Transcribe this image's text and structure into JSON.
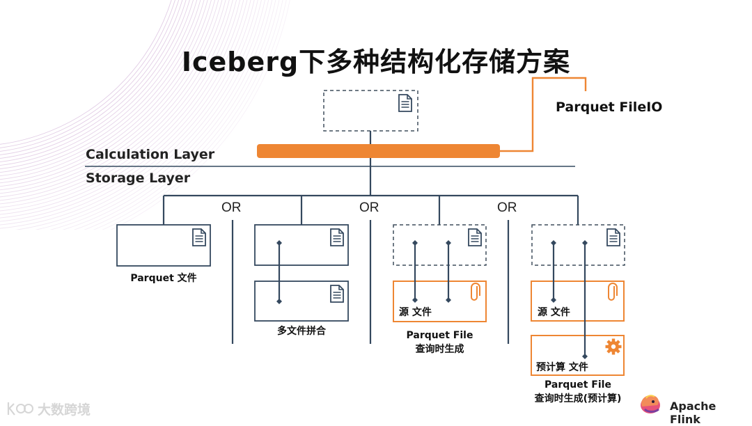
{
  "title": "Iceberg下多种结构化存储方案",
  "layers": {
    "calculation": "Calculation Layer",
    "storage": "Storage Layer"
  },
  "callout": {
    "label": "Parquet FileIO"
  },
  "separators": {
    "or_1": "OR",
    "or_2": "OR",
    "or_3": "OR"
  },
  "options": {
    "parquet": {
      "caption": "Parquet 文件"
    },
    "merge": {
      "caption": "多文件拼合"
    },
    "on_query": {
      "source_label": "源 文件",
      "caption_line1": "Parquet File",
      "caption_line2": "查询时生成"
    },
    "precomputed": {
      "source_label": "源 文件",
      "precompute_label": "预计算 文件",
      "caption_line1": "Parquet File",
      "caption_line2": "查询时生成(预计算)"
    }
  },
  "branding": {
    "left_logo_text": "大数跨境",
    "right_name": "Apache Flink"
  },
  "colors": {
    "orange": "#ee8633",
    "navy": "#34485e",
    "dashed": "#3e4d5c",
    "decor_lines": "#c9a2cf"
  },
  "icons": [
    "document-icon",
    "paperclip-icon",
    "gear-icon",
    "flink-squirrel-logo"
  ]
}
